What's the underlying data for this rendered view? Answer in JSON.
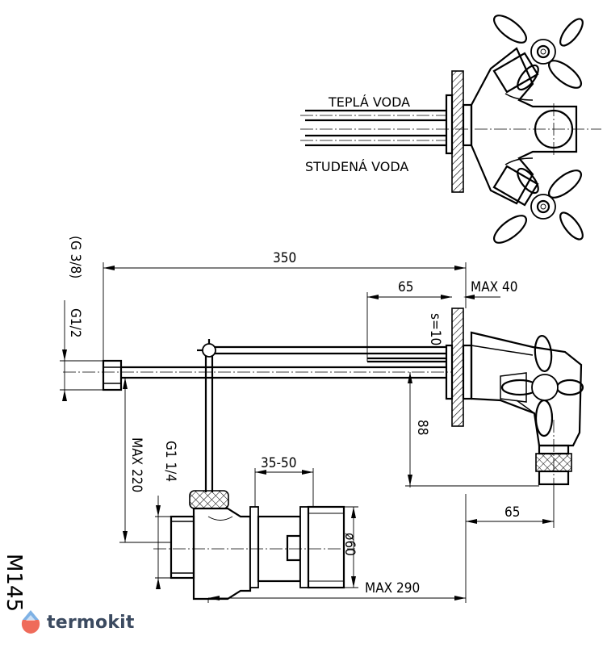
{
  "labels": {
    "hot_water": "TEPLÁ VODA",
    "cold_water": "STUDENÁ VODA",
    "model_code": "M145",
    "thread_outlet": "G1 1/4",
    "thread_inlet": "G1/2",
    "thread_inlet_alt": "(G 3/8)"
  },
  "dimensions": {
    "overall_length": "350",
    "spout_offset": "65",
    "wall_max": "MAX 40",
    "wall_thickness": "s=10",
    "height_max": "MAX 220",
    "drop": "88",
    "outlet_offset": "65",
    "adjust_range": "35-50",
    "body_diameter": "ø60",
    "depth_max": "MAX 290"
  },
  "brand": {
    "name": "termokit",
    "colors": {
      "text": "#3b4a60",
      "drop_top": "#7fb2e5",
      "drop_bottom": "#ef6b5a"
    }
  }
}
